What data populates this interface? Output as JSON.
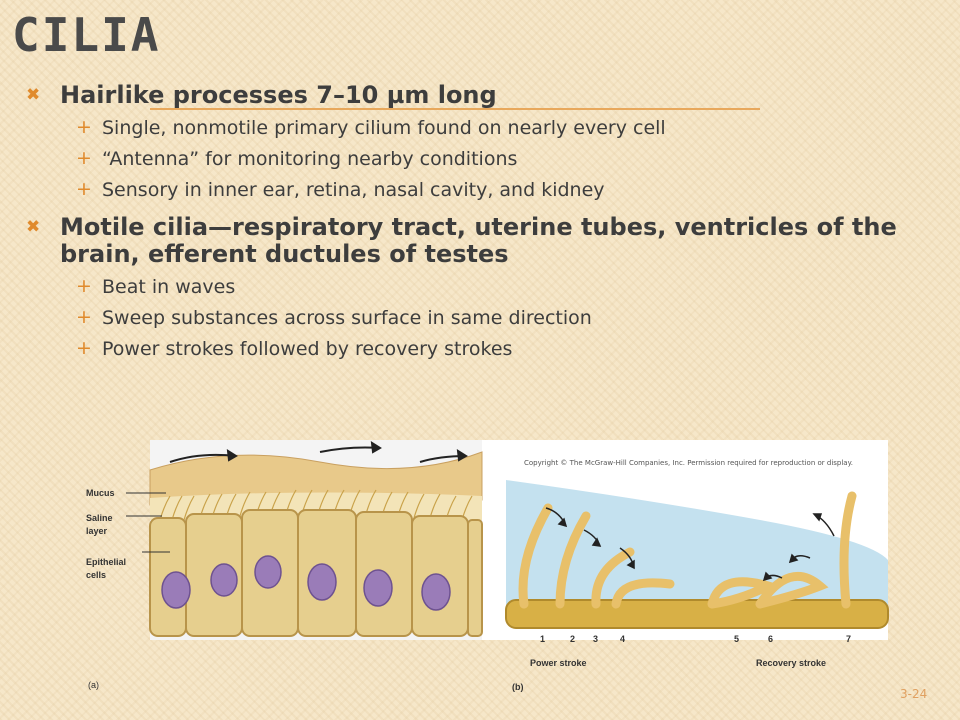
{
  "slide": {
    "title": "CILIA",
    "number": "3-24"
  },
  "bullets": [
    {
      "text": "Hairlike processes 7–10 µm long",
      "marker": "✖",
      "subs": [
        {
          "marker": "+",
          "text": "Single, nonmotile primary cilium found on nearly every cell"
        },
        {
          "marker": "+",
          "text": "“Antenna” for monitoring nearby conditions"
        },
        {
          "marker": "+",
          "text": "Sensory in inner ear, retina, nasal cavity, and kidney"
        }
      ]
    },
    {
      "text": "Motile cilia—respiratory tract, uterine tubes, ventricles of the brain, efferent ductules of testes",
      "marker": "✖",
      "subs": [
        {
          "marker": "+",
          "text": "Beat in waves"
        },
        {
          "marker": "+",
          "text": "Sweep substances across surface in same direction"
        },
        {
          "marker": "+",
          "text": "Power strokes followed by recovery strokes"
        }
      ]
    }
  ],
  "figure": {
    "copyright": "Copyright © The McGraw-Hill Companies, Inc. Permission required for reproduction or display.",
    "panel_a": {
      "tag": "(a)",
      "labels": [
        "Mucus",
        "Saline layer",
        "Epithelial cells"
      ]
    },
    "panel_b": {
      "tag": "(b)",
      "stroke_numbers": [
        "1",
        "2",
        "3",
        "4",
        "5",
        "6",
        "7"
      ],
      "power_label": "Power stroke",
      "recovery_label": "Recovery stroke"
    }
  }
}
